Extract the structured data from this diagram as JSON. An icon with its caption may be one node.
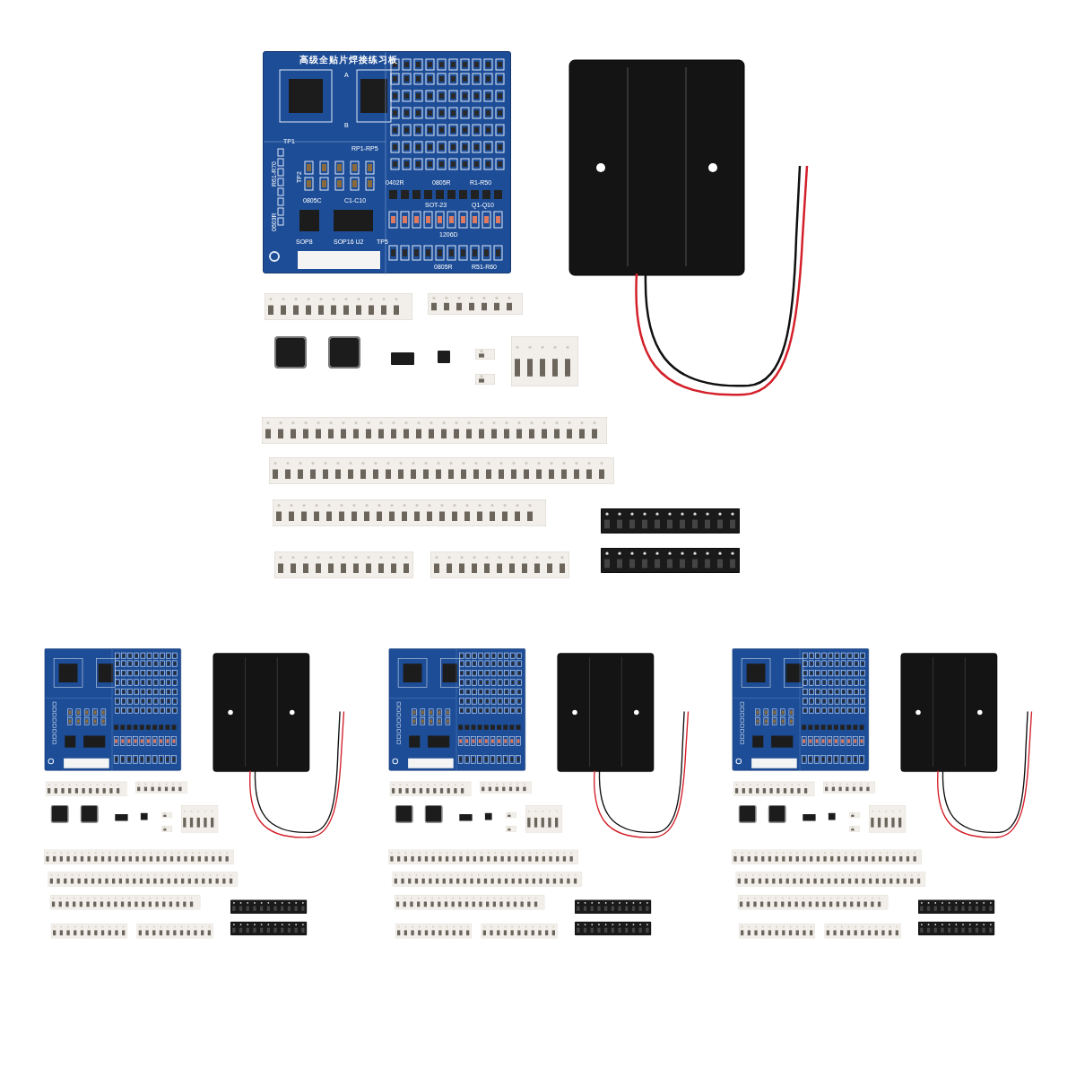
{
  "diagram": {
    "labels": [
      "高级全贴片焊接练习板",
      "A",
      "B",
      "TP1",
      "R61-R70",
      "0603R",
      "RP1-RP5",
      "TP2",
      "0805C",
      "C1-C10",
      "SOP8",
      "SOP16 U2",
      "TP5",
      "0402R",
      "0805R",
      "R1-R50",
      "SOT-23",
      "Q1-Q10",
      "1206D",
      "0805R",
      "R51-R60"
    ]
  }
}
